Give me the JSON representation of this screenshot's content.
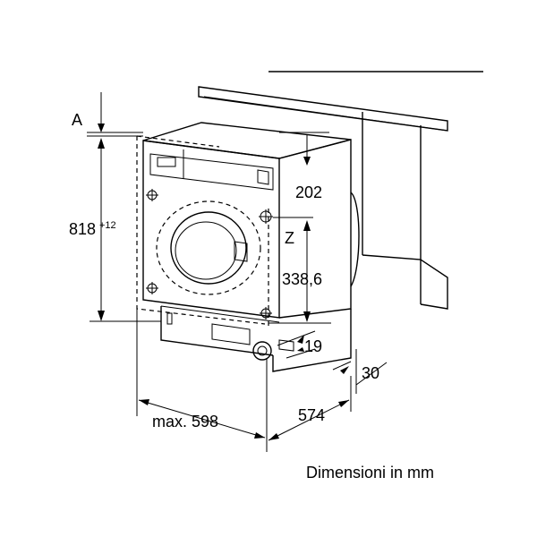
{
  "labels": {
    "a": "A",
    "height": "818",
    "height_tol": "+12",
    "d202": "202",
    "z": "Z",
    "d338": "338,6",
    "d19": "19",
    "d30": "30",
    "max_width": "max. 598",
    "depth": "574"
  },
  "caption": "Dimensioni in mm"
}
